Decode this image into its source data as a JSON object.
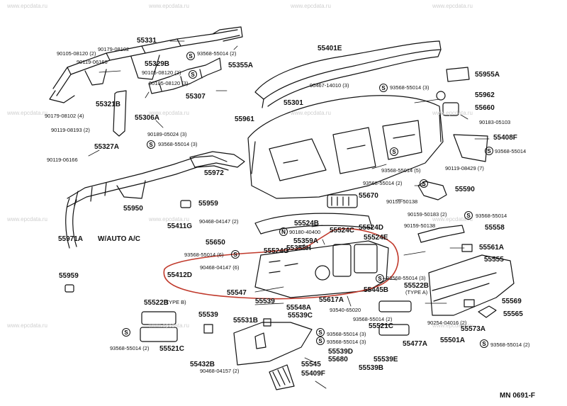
{
  "watermark": "www.epcdata.ru",
  "note": "W/AUTO A/C",
  "footer_code": "MN 0691-F",
  "callouts": {
    "p55331": "55331",
    "p90105_08120_2": "90105-08120 (2)",
    "p90179_08102": "90179-08102",
    "p90119_06166_top": "90119-06166",
    "p55329B": "55329B",
    "p93568_55014_2_top": "93568-55014 (2)",
    "p90105_08120_2b": "90105-08120 (2)",
    "p55355A": "55355A",
    "p90105_08120_3": "90105-08120 (3)",
    "p55307": "55307",
    "p55321B": "55321B",
    "p90179_08102_4": "90179-08102 (4)",
    "p55306A": "55306A",
    "p90119_08193_2": "90119-08193 (2)",
    "p90189_05024_3": "90189-05024 (3)",
    "p93568_55014_3a": "93568-55014 (3)",
    "p55327A": "55327A",
    "p90119_06166": "90119-06166",
    "p55972": "55972",
    "p55950": "55950",
    "p55971A": "55971A",
    "p55959a": "55959",
    "p55959b": "55959",
    "p55401E": "55401E",
    "p90467_14010_3": "90467-14010 (3)",
    "p93568_55014_3b": "93568-55014 (3)",
    "p55301": "55301",
    "p55961": "55961",
    "p55955A": "55955A",
    "p55962": "55962",
    "p55660": "55660",
    "p90183_05103": "90183-05103",
    "p55408F": "55408F",
    "p93568_55014_r1": "93568-55014",
    "p90119_08429_7": "90119-08429 (7)",
    "p93568_55014_5": "93568-55014 (5)",
    "p93568_55014_2b": "93568-55014 (2)",
    "p55590": "55590",
    "p55670": "55670",
    "p90159_50138a": "90159-50138",
    "p90159_50183_2": "90159-50183 (2)",
    "p93568_55014_r2": "93568-55014",
    "p90159_50138b": "90159-50138",
    "p55558": "55558",
    "p55411G": "55411G",
    "p90468_04147_2": "90468-04147 (2)",
    "p55524B": "55524B",
    "p55524D": "55524D",
    "p55524C": "55524C",
    "p90180_40400": "90180-40400",
    "p55524E": "55524E",
    "p55650": "55650",
    "p55359A": "55359A",
    "p55358H": "55358H",
    "p55561A": "55561A",
    "p93568_55014_6": "93568-55014 (6)",
    "p55524G": "55524G",
    "p55555": "55555",
    "p90468_04147_6": "90468-04147 (6)",
    "p55412D": "55412D",
    "p93568_55014_3c": "93568-55014 (3)",
    "p55522B": "55522B",
    "p55522B_sub": "(TYPE A)",
    "p55445B": "55445B",
    "p55547": "55547",
    "p55539a": "55539",
    "p55617A": "55617A",
    "p55548A": "55548A",
    "p55539C": "55539C",
    "p93540_65020": "93540-65020",
    "p55569": "55569",
    "p55565": "55565",
    "p55522B_b": "55522B",
    "p55522B_b_sub": "(TYPE B)",
    "p55539b": "55539",
    "p55531B": "55531B",
    "p93568_55014_2c": "93568-55014 (2)",
    "p55521C_a": "55521C",
    "p90254_04016_2": "90254-04016 (2)",
    "p55573A": "55573A",
    "p93568_55014_3d": "93568-55014 (3)",
    "p93568_55014_3e": "93568-55014 (3)",
    "p55521C_b": "55521C",
    "p55477A": "55477A",
    "p55501A": "55501A",
    "p93568_55014_2d": "93568-55014 (2)",
    "p93568_55014_2e": "93568-55014 (2)",
    "p55539D": "55539D",
    "p55545": "55545",
    "p55680": "55680",
    "p55539E": "55539E",
    "p55539B": "55539B",
    "p55432B": "55432B",
    "p90468_04157_2": "90468-04157 (2)",
    "p55409F": "55409F"
  },
  "colors": {
    "ink": "#111111",
    "highlight": "#c0392b",
    "watermark": "#cfcfcf"
  }
}
